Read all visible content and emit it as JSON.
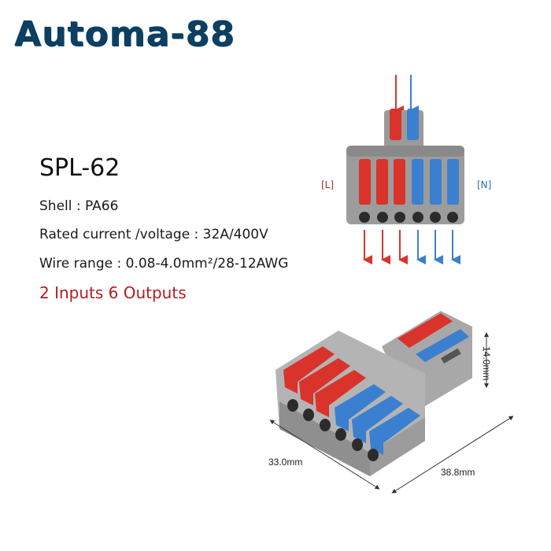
{
  "brand": {
    "logo_text": "Automa-88",
    "color": "#0c3f61"
  },
  "product": {
    "model": "SPL-62",
    "specs": [
      "Shell : PA66",
      "Rated current /voltage : 32A/400V",
      "Wire range : 0.08-4.0mm²/28-12AWG"
    ],
    "io_summary": "2 Inputs 6 Outputs",
    "io_color": "#b11d20"
  },
  "diagram": {
    "left_label": "[L]",
    "right_label": "[N]",
    "colors": {
      "live": "#d9332b",
      "neutral": "#3b7fd1",
      "body": "#9a9a9a"
    }
  },
  "dimensions": {
    "width": "33.0mm",
    "depth": "38.8mm",
    "height": "14.0mm"
  }
}
